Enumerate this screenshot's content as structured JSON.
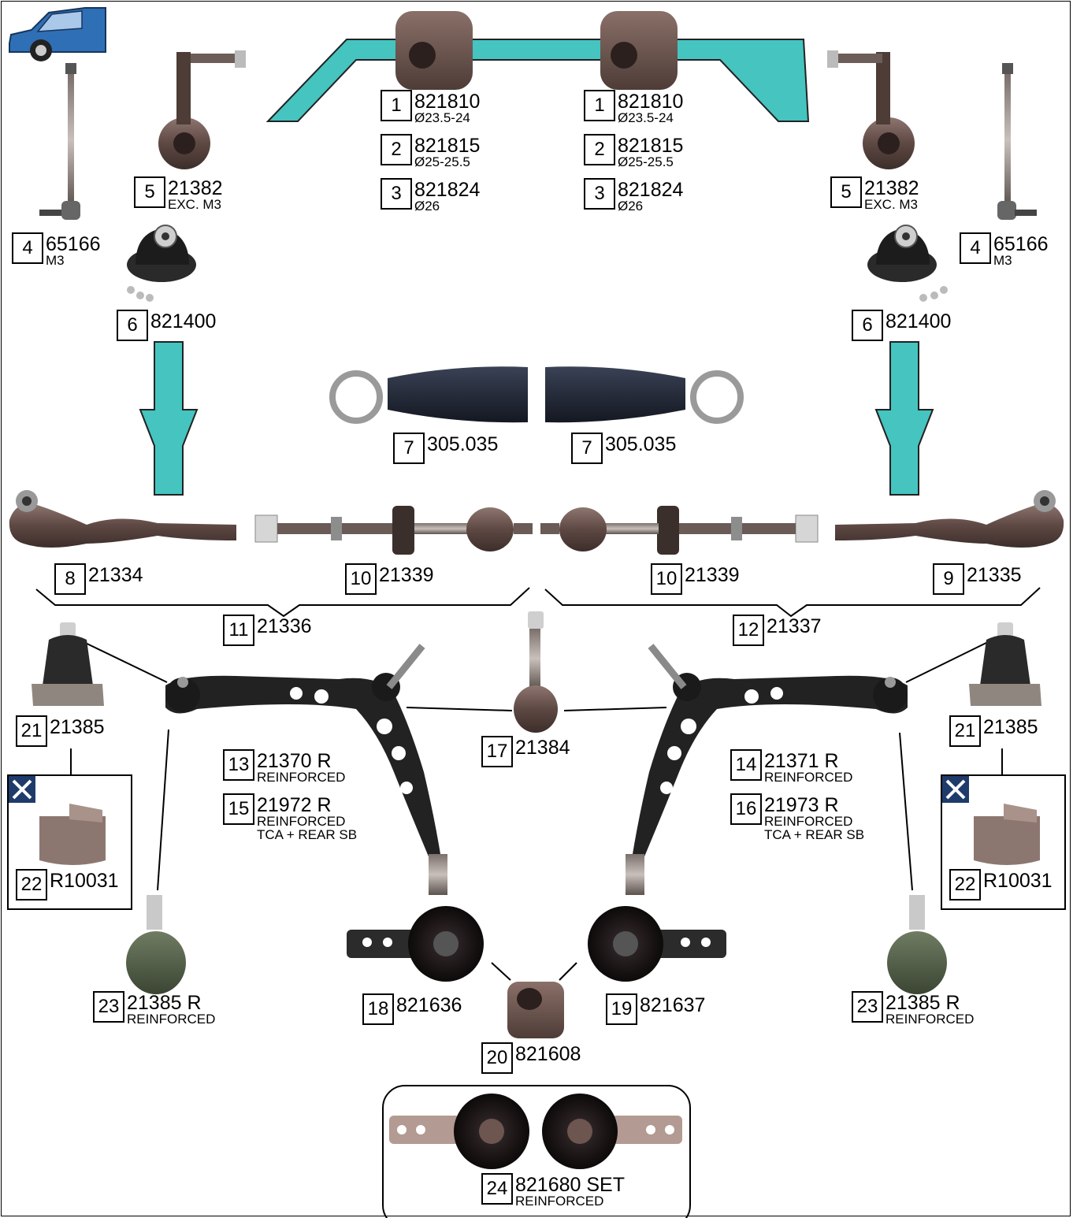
{
  "colors": {
    "accent": "#45c4c0",
    "part": "#6d5550",
    "arm": "#222222",
    "car": "#2f6fb5"
  },
  "icons": {
    "car": "car-icon",
    "tool": "wrench-screwdriver-icon"
  },
  "labels": [
    {
      "n": "1",
      "code": "821810",
      "sub": "Ø23.5-24"
    },
    {
      "n": "2",
      "code": "821815",
      "sub": "Ø25-25.5"
    },
    {
      "n": "3",
      "code": "821824",
      "sub": "Ø26"
    },
    {
      "n": "1",
      "code": "821810",
      "sub": "Ø23.5-24"
    },
    {
      "n": "2",
      "code": "821815",
      "sub": "Ø25-25.5"
    },
    {
      "n": "3",
      "code": "821824",
      "sub": "Ø26"
    },
    {
      "n": "5",
      "code": "21382",
      "sub": "EXC. M3"
    },
    {
      "n": "5",
      "code": "21382",
      "sub": "EXC. M3"
    },
    {
      "n": "4",
      "code": "65166",
      "sub": "M3"
    },
    {
      "n": "4",
      "code": "65166",
      "sub": "M3"
    },
    {
      "n": "6",
      "code": "821400",
      "sub": ""
    },
    {
      "n": "6",
      "code": "821400",
      "sub": ""
    },
    {
      "n": "7",
      "code": "305.035",
      "sub": ""
    },
    {
      "n": "7",
      "code": "305.035",
      "sub": ""
    },
    {
      "n": "8",
      "code": "21334",
      "sub": ""
    },
    {
      "n": "10",
      "code": "21339",
      "sub": ""
    },
    {
      "n": "10",
      "code": "21339",
      "sub": ""
    },
    {
      "n": "9",
      "code": "21335",
      "sub": ""
    },
    {
      "n": "11",
      "code": "21336",
      "sub": ""
    },
    {
      "n": "12",
      "code": "21337",
      "sub": ""
    },
    {
      "n": "21",
      "code": "21385",
      "sub": ""
    },
    {
      "n": "21",
      "code": "21385",
      "sub": ""
    },
    {
      "n": "17",
      "code": "21384",
      "sub": ""
    },
    {
      "n": "13",
      "code": "21370 R",
      "sub": "REINFORCED"
    },
    {
      "n": "14",
      "code": "21371 R",
      "sub": "REINFORCED"
    },
    {
      "n": "15",
      "code": "21972 R",
      "sub": "REINFORCED\nTCA + REAR SB"
    },
    {
      "n": "16",
      "code": "21973 R",
      "sub": "REINFORCED\nTCA + REAR SB"
    },
    {
      "n": "22",
      "code": "R10031",
      "sub": ""
    },
    {
      "n": "22",
      "code": "R10031",
      "sub": ""
    },
    {
      "n": "23",
      "code": "21385 R",
      "sub": "REINFORCED"
    },
    {
      "n": "23",
      "code": "21385 R",
      "sub": "REINFORCED"
    },
    {
      "n": "18",
      "code": "821636",
      "sub": ""
    },
    {
      "n": "19",
      "code": "821637",
      "sub": ""
    },
    {
      "n": "20",
      "code": "821608",
      "sub": ""
    },
    {
      "n": "24",
      "code": "821680 SET",
      "sub": "REINFORCED"
    }
  ]
}
